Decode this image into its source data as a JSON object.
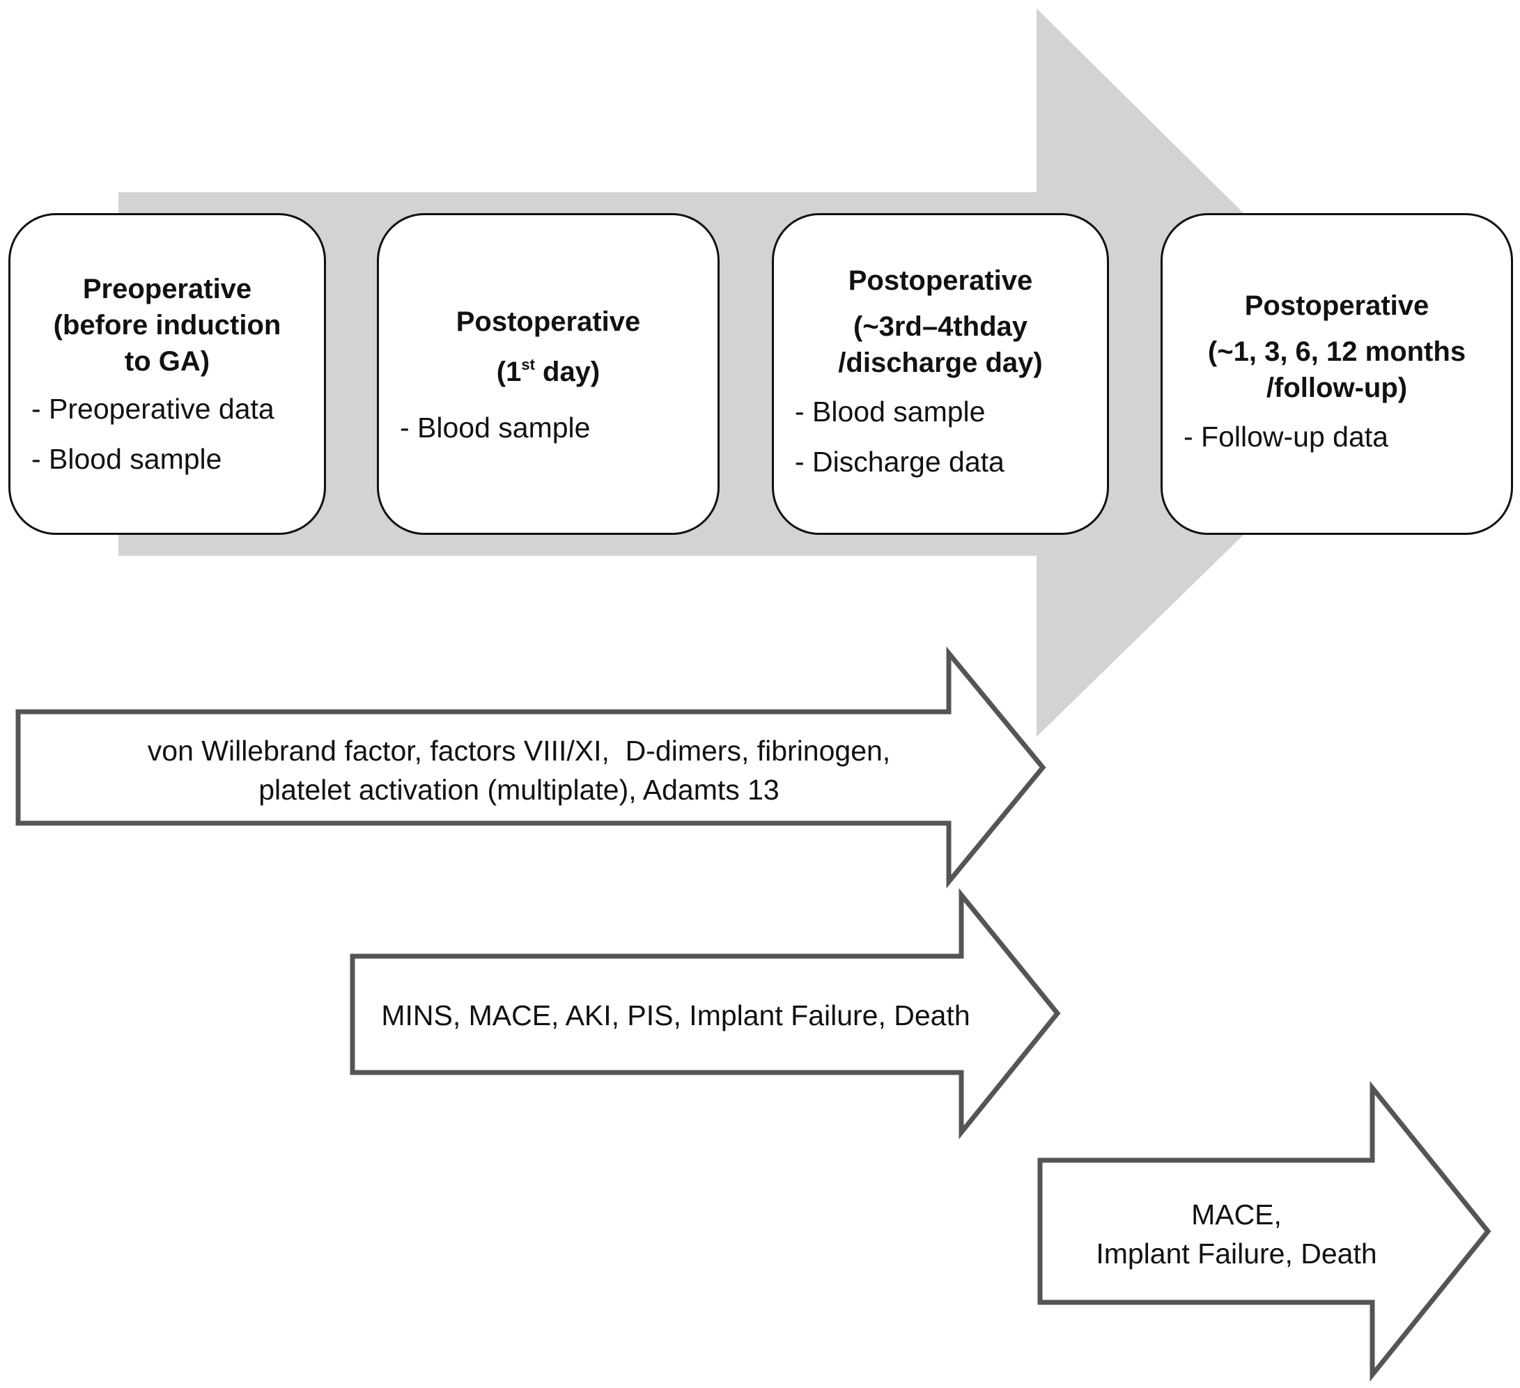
{
  "stages": [
    {
      "title_lines": [
        "Preoperative",
        "(before induction",
        "to GA)"
      ],
      "items": [
        "- Preoperative data",
        "- Blood sample"
      ]
    },
    {
      "title_lines": [
        "Postoperative",
        "(1",
        "st",
        " day)"
      ],
      "items": [
        "- Blood sample"
      ]
    },
    {
      "title_lines": [
        "Postoperative",
        "(~3rd–4thday",
        "/discharge day)"
      ],
      "items": [
        "- Blood sample",
        "- Discharge data"
      ]
    },
    {
      "title_lines": [
        "Postoperative",
        "(~1, 3, 6, 12 months",
        "/follow-up)"
      ],
      "items": [
        "- Follow-up data"
      ]
    }
  ],
  "arrows": {
    "markers": {
      "line1": "von Willebrand factor, factors VIII/XI,  D-dimers, fibrinogen,",
      "line2": "platelet activation (multiplate), Adamts 13"
    },
    "outcomes": {
      "line1": "MINS, MACE, AKI, PIS, Implant Failure, Death"
    },
    "longterm": {
      "line1": "MACE,",
      "line2": "Implant Failure, Death"
    }
  },
  "colors": {
    "background_arrow": "#d3d3d3",
    "outline_arrow_stroke": "#555555",
    "box_border": "#111111"
  }
}
